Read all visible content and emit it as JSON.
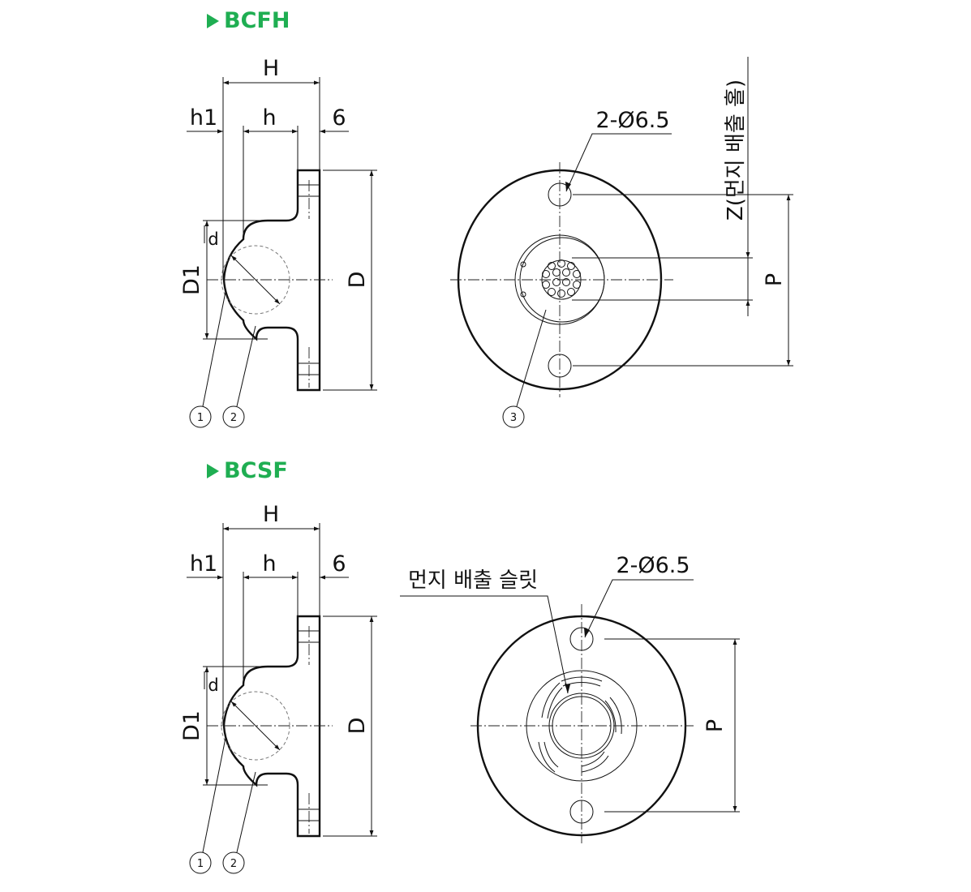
{
  "accent_color": "#1fae52",
  "sections": [
    {
      "title": "BCFH",
      "side_labels": {
        "H": "H",
        "h1": "h1",
        "h": "h",
        "six": "6",
        "d": "d",
        "D1": "D1",
        "D": "D"
      },
      "callouts": [
        "1",
        "2"
      ],
      "front_labels": {
        "holes": "2-Ø6.5",
        "dust_hole": "Z(먼지 배출 홀)",
        "P": "P"
      },
      "front_callouts": [
        "3"
      ]
    },
    {
      "title": "BCSF",
      "side_labels": {
        "H": "H",
        "h1": "h1",
        "h": "h",
        "six": "6",
        "d": "d",
        "D1": "D1",
        "D": "D"
      },
      "callouts": [
        "1",
        "2"
      ],
      "front_labels": {
        "holes": "2-Ø6.5",
        "dust_slit": "먼지 배출 슬릿",
        "P": "P"
      }
    }
  ]
}
